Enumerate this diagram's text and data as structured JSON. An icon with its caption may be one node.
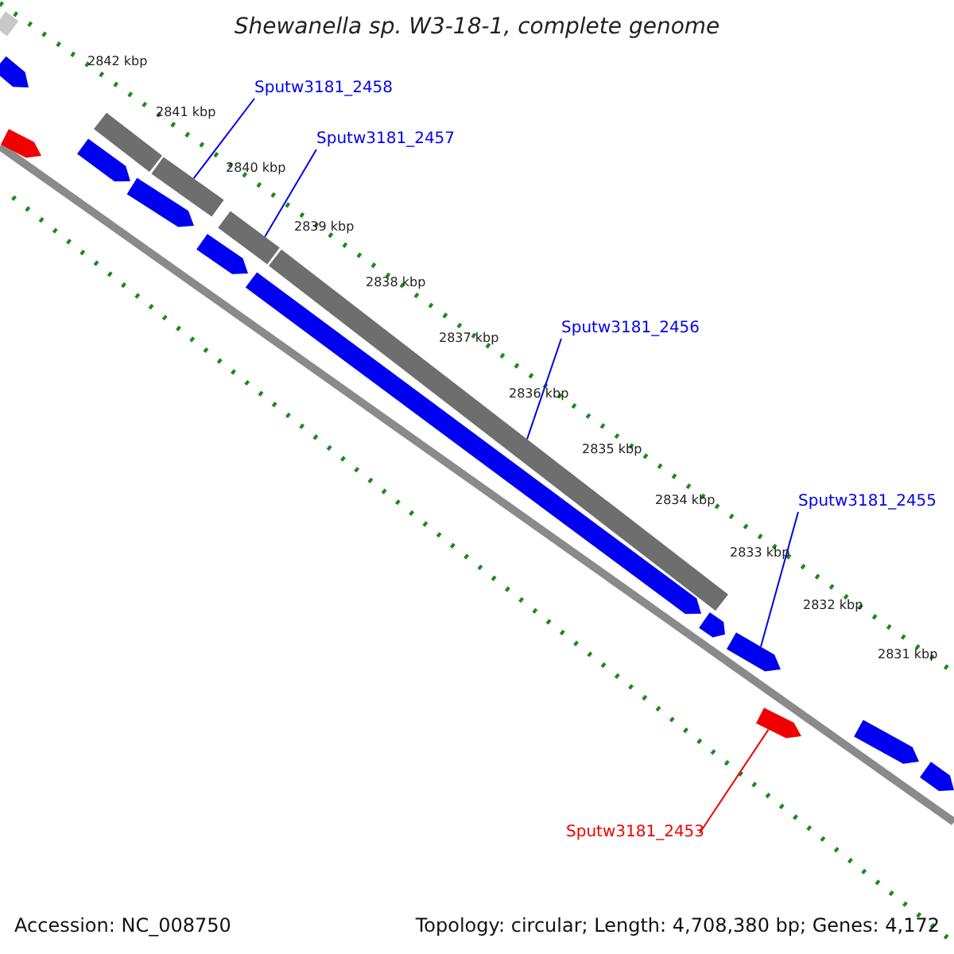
{
  "diagram": {
    "title": "Shewanella sp. W3-18-1, complete genome",
    "nodes": [
      {
        "text": [
          "Sputw3181_2458"
        ]
      },
      {
        "text": [
          "Sputw3181_2457"
        ]
      },
      {
        "text": [
          "Sputw3181_2456"
        ]
      },
      {
        "text": [
          "Sputw3181_2455"
        ]
      },
      {
        "text": [
          "Sputw3181_2453"
        ]
      },
      {
        "text": [],
        "shape": "bar"
      },
      {
        "text": [],
        "shape": "bar"
      },
      {
        "text": [],
        "shape": "bar"
      },
      {
        "text": [],
        "shape": "bar"
      },
      {
        "text": [],
        "shape": "bar"
      },
      {
        "text": [],
        "shape": "bar"
      },
      {
        "text": [],
        "shape": "bar"
      },
      {
        "text": [],
        "shape": "bar"
      },
      {
        "text": [],
        "shape": "bar"
      },
      {
        "text": [],
        "shape": "bar"
      },
      {
        "text": [],
        "shape": "bar"
      },
      {
        "text": [],
        "shape": "bar"
      },
      {
        "text": [],
        "shape": "bar"
      },
      {
        "text": [],
        "shape": "bar"
      },
      {
        "text": [],
        "shape": "bar"
      },
      {
        "text": [],
        "shape": "bar"
      }
    ],
    "edges": [
      {
        "from": 0,
        "to": 11,
        "arrow": "none"
      },
      {
        "from": 1,
        "to": 13,
        "arrow": "none"
      },
      {
        "from": 2,
        "to": 15,
        "arrow": "none"
      },
      {
        "from": 3,
        "to": 17,
        "arrow": "none"
      },
      {
        "from": 4,
        "to": 18,
        "arrow": "none",
        "color": "#ee0000"
      }
    ],
    "labels": [
      "2842 kbp",
      "2841 kbp",
      "2840 kbp",
      "2839 kbp",
      "2838 kbp",
      "2837 kbp",
      "2836 kbp",
      "2835 kbp",
      "2834 kbp",
      "2833 kbp",
      "2832 kbp",
      "2831 kbp",
      "Accession: NC_008750",
      "Topology: circular; Length: 4,708,380 bp; Genes: 4,172"
    ]
  }
}
